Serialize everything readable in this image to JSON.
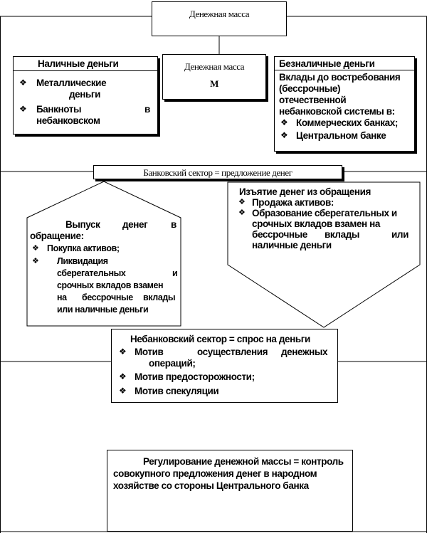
{
  "diagram": {
    "title": "Денежная масса",
    "center": {
      "title": "Денежная масса",
      "symbol": "М"
    },
    "cash": {
      "title": "Наличные деньги",
      "bullet_icon": "diamond-bullet",
      "items": [
        "Металлические",
        "деньги",
        "Банкноты",
        "в",
        "небанковском"
      ]
    },
    "noncash": {
      "title": "Безналичные деньги",
      "lines": [
        "Вклады до востребования",
        "(бессрочные)",
        "отечественной",
        "небанковской системы в:"
      ],
      "items": [
        "Коммерческих банках;",
        "Центральном банке"
      ]
    },
    "bank_sector": {
      "label": "Банковский сектор = предложение денег"
    },
    "issue": {
      "l1a": "Выпуск",
      "l1b": "денег",
      "l1c": "в",
      "l2": "обращение:",
      "items": [
        "Покупка активов;",
        "Ликвидация"
      ],
      "lines": [
        "сберегательных",
        "и",
        "срочных вкладов взамен",
        "на",
        "бессрочные",
        "вклады",
        "или наличные деньги"
      ]
    },
    "withdraw": {
      "title": "Изъятие денег из обращения",
      "items": [
        "Продажа активов:",
        "Образование сберегательных и"
      ],
      "lines": [
        "срочных вкладов взамен на",
        "бессрочные",
        "вклады",
        "или",
        "наличные деньги"
      ]
    },
    "nonbank": {
      "title": "Небанковский сектор = спрос на деньги",
      "items": [
        "Мотив",
        "осуществления",
        "денежных",
        "операций;",
        "Мотив предосторожности;",
        "Мотив спекуляции"
      ]
    },
    "regulation": {
      "lines": [
        "Регулирование денежной массы = контроль",
        "совокупного предложения денег в народном",
        "хозяйстве со стороны Центрального банка"
      ]
    }
  }
}
